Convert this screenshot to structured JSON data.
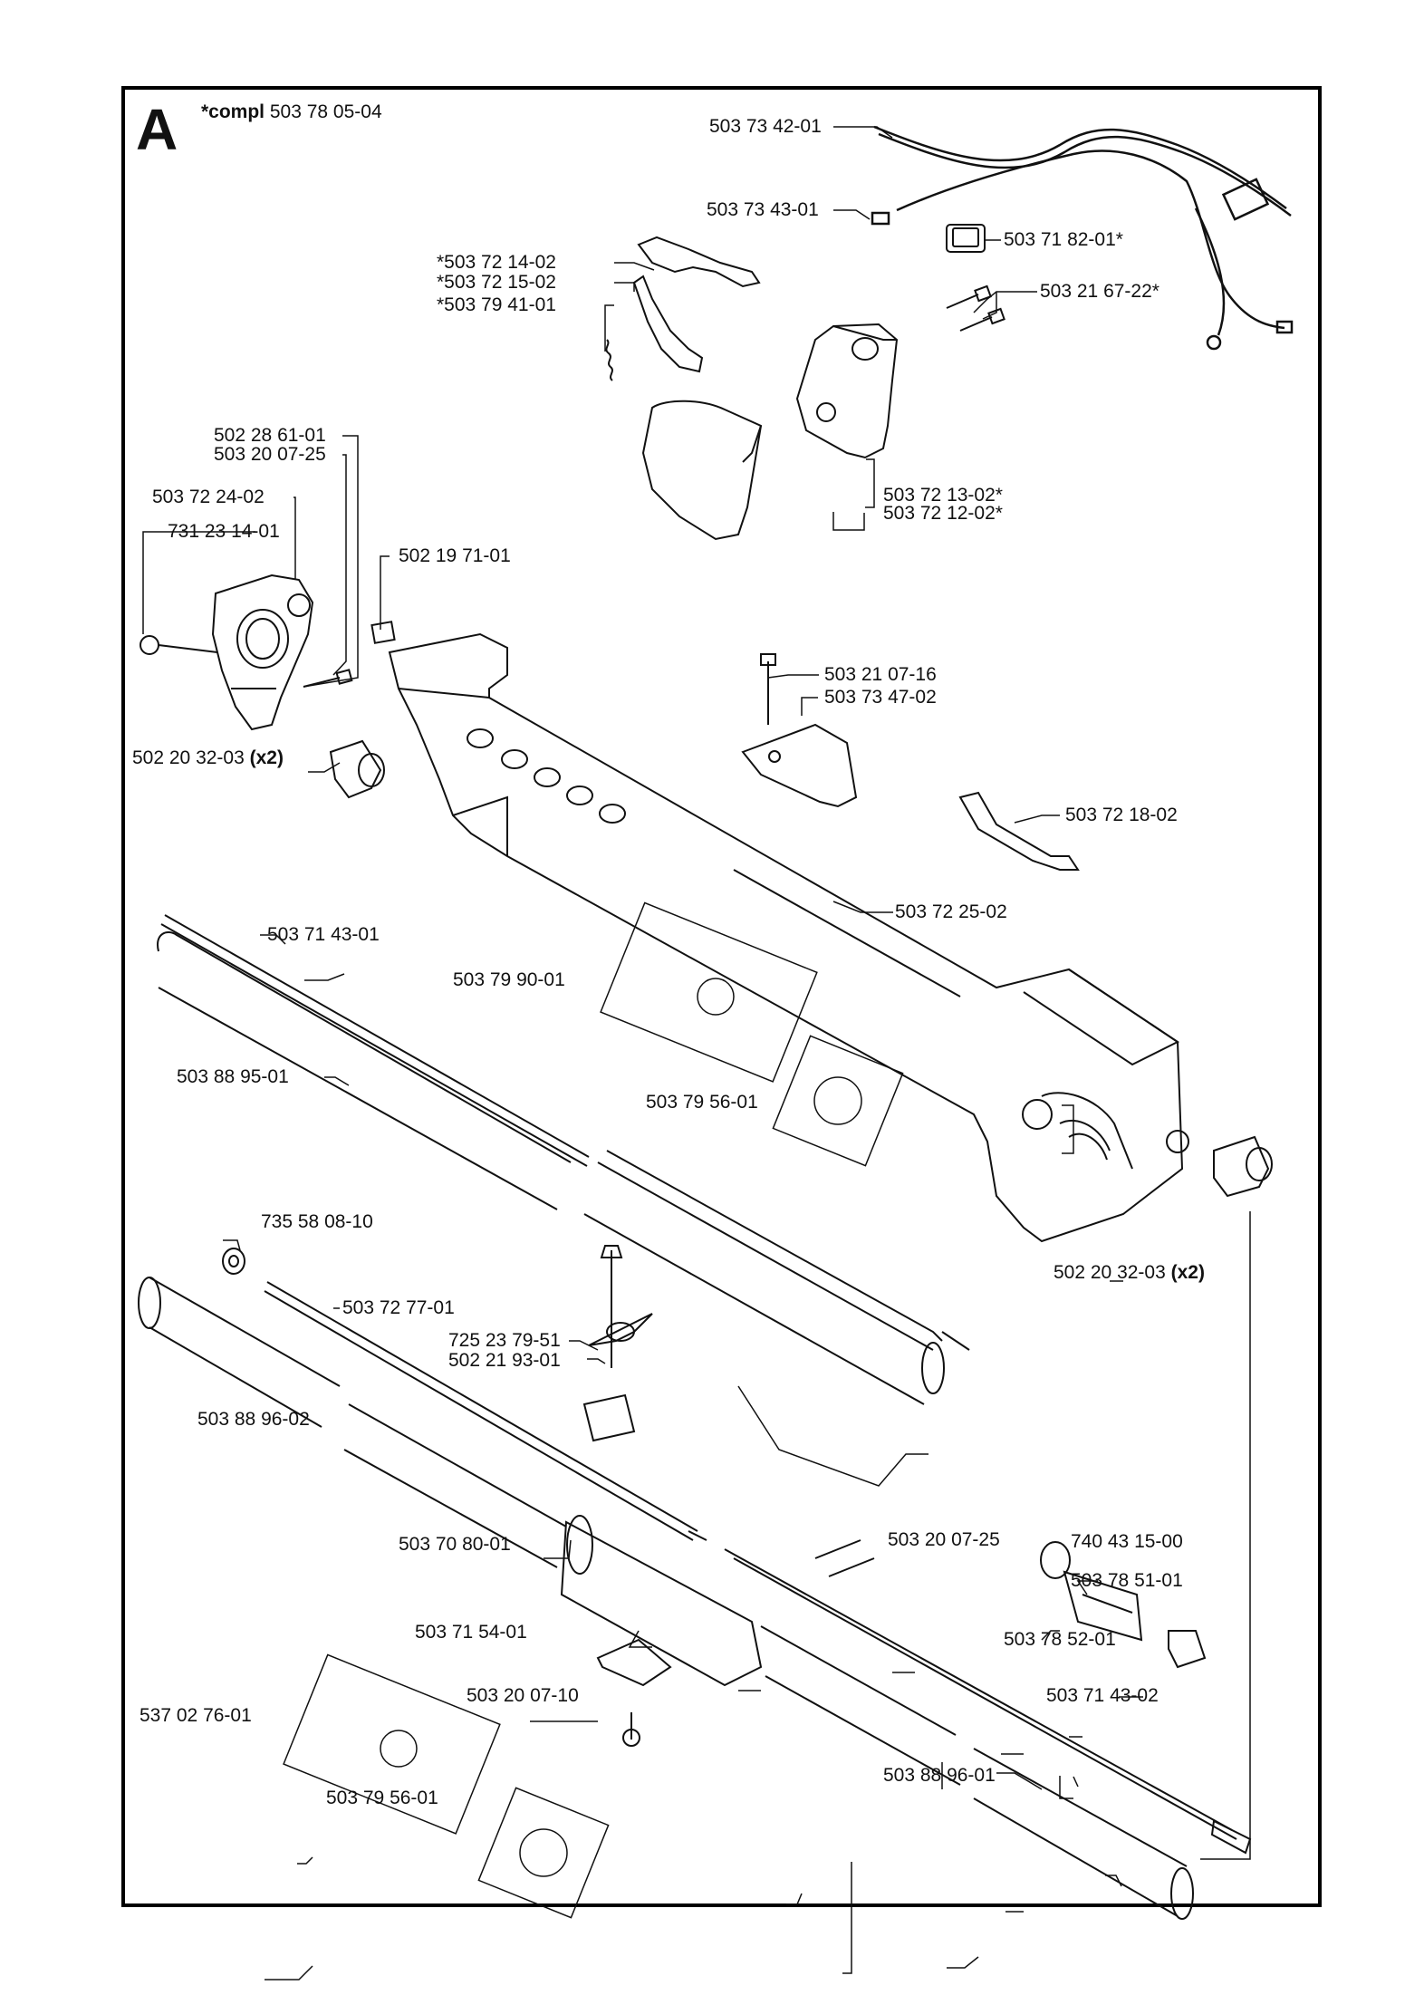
{
  "section": {
    "letter": "A",
    "compl_prefix": "*compl",
    "compl_number": "503 78 05-04"
  },
  "labels": {
    "l01": "503 73 42-01",
    "l02": "503 73 43-01",
    "l03": "503 71 82-01*",
    "l04": "*503 72 14-02",
    "l05": "*503 72 15-02",
    "l06": "*503 79 41-01",
    "l07": "503 21 67-22*",
    "l08": "502 28 61-01",
    "l09": "503 20 07-25",
    "l10": "503 72 24-02",
    "l11": "731 23 14-01",
    "l12": "503 72 13-02*",
    "l13": "503 72 12-02*",
    "l14": "502 19 71-01",
    "l15": "503 21 07-16",
    "l16": "503 73 47-02",
    "l17_num": "502 20 32-03",
    "l17_qty": "(x2)",
    "l18": "503 72 18-02",
    "l19": "503 72 25-02",
    "l20": "503 71 43-01",
    "l21": "503 79 90-01",
    "l22": "503 88 95-01",
    "l23": "503 79 56-01",
    "l24_num": "502 20 32-03",
    "l24_qty": "(x2)",
    "l25": "735 58 08-10",
    "l26": "503 72 77-01",
    "l27": "725 23 79-51",
    "l28": "502 21 93-01",
    "l29": "503 88 96-02",
    "l30": "740 43 15-00",
    "l31": "503 20 07-25",
    "l32": "503 70 80-01",
    "l33": "503 78 51-01",
    "l34": "503 71 54-01",
    "l35": "503 78 52-01",
    "l36": "503 20 07-10",
    "l37": "503 71 43-02",
    "l38": "537 02 76-01",
    "l39": "503 88 96-01",
    "l40": "503 79 56-01"
  }
}
